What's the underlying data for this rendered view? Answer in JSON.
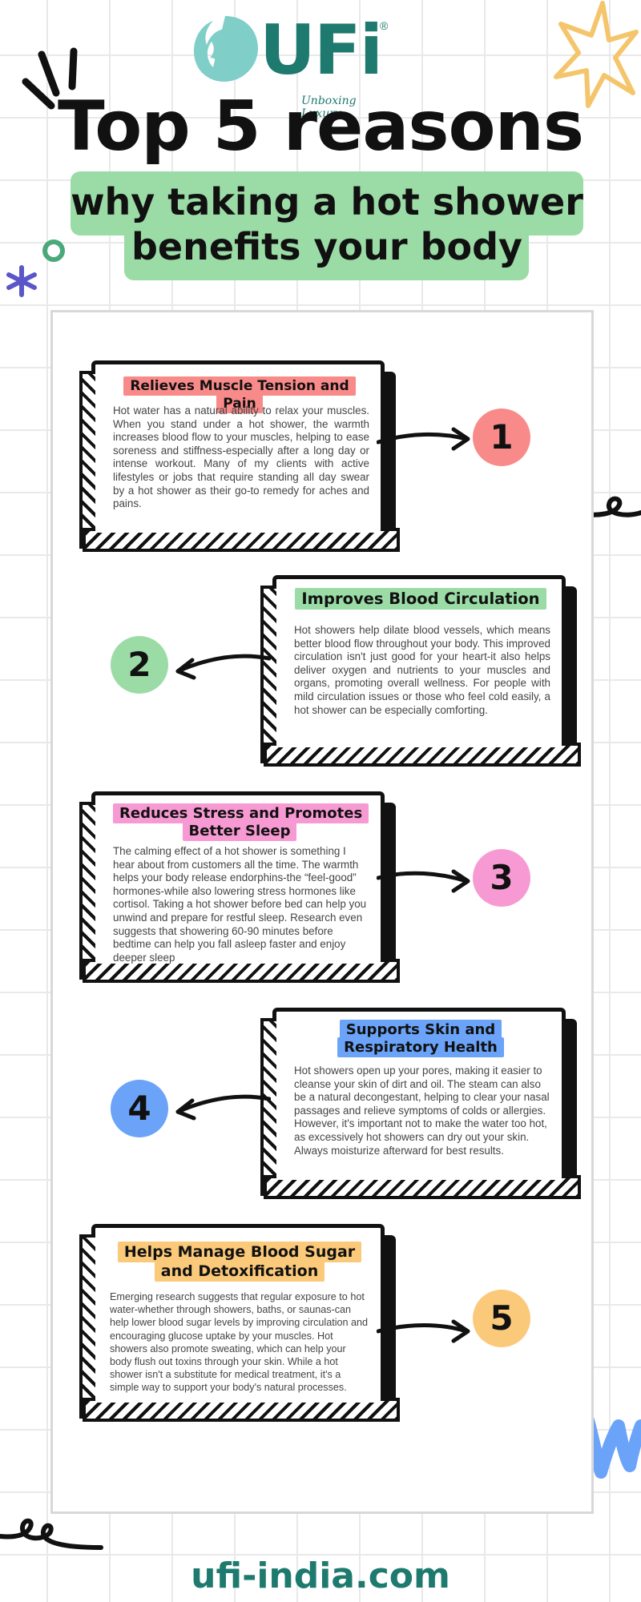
{
  "logo": {
    "text": "UFi",
    "registered": "®",
    "tagline": "Unboxing Luxury"
  },
  "title": "Top 5 reasons",
  "subtitle": "why taking a hot shower benefits your body",
  "reasons": [
    {
      "number": "1",
      "heading": "Relieves Muscle Tension and Pain",
      "body": "Hot water has a natural ability to relax your muscles. When you stand under a hot shower, the warmth increases blood flow to your muscles, helping to ease soreness and stiffness-especially after a long day or intense workout. Many of my clients with active lifestyles or jobs that require standing all day swear by a hot shower as their go-to remedy for aches and pains.",
      "color": "#f98a8a"
    },
    {
      "number": "2",
      "heading": "Improves Blood Circulation",
      "body": "Hot showers help dilate blood vessels, which means better blood flow throughout your body. This improved circulation isn't just good for your heart-it also helps deliver oxygen and nutrients to your muscles and organs, promoting overall wellness. For people with mild circulation issues or those who feel cold easily, a hot shower can be especially comforting.",
      "color": "#9bdca6"
    },
    {
      "number": "3",
      "heading": "Reduces Stress and Promotes Better Sleep",
      "body": "The calming effect of a hot shower is something I hear about from customers all the time. The warmth helps your body release endorphins-the “feel-good” hormones-while also lowering stress hormones like cortisol. Taking a hot shower before bed can help you unwind and prepare for restful sleep. Research even suggests that showering 60-90 minutes before bedtime can help you fall asleep faster and enjoy deeper sleep",
      "color": "#f79ad3"
    },
    {
      "number": "4",
      "heading": "Supports Skin and Respiratory Health",
      "body": "Hot showers open up your pores, making it easier to cleanse your skin of dirt and oil. The steam can also be a natural decongestant, helping to clear your nasal passages and relieve symptoms of colds or allergies. However, it's important not to make the water too hot, as excessively hot showers can dry out your skin. Always moisturize afterward for best results.",
      "color": "#6aa3f8"
    },
    {
      "number": "5",
      "heading": "Helps Manage Blood Sugar and Detoxification",
      "body": "Emerging research suggests that regular exposure to hot water-whether through showers, baths, or saunas-can help lower blood sugar levels by improving circulation and encouraging glucose uptake by your muscles. Hot showers also promote sweating, which can help your body flush out toxins through your skin. While a hot shower isn't a substitute for medical treatment, it's a simple way to support your body's natural processes.",
      "color": "#fbc97a"
    }
  ],
  "footer": "ufi-india.com",
  "colors": {
    "brand": "#1e7a6e",
    "logo_emblem": "#7fcfc8",
    "grid": "#e9e9e9",
    "ink": "#111111"
  }
}
